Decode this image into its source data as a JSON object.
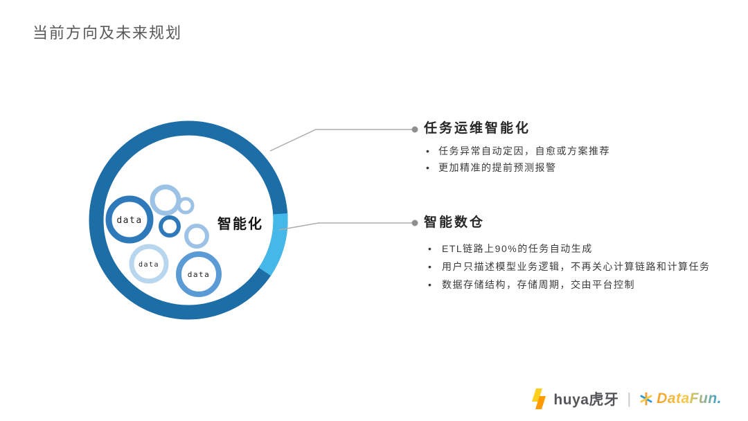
{
  "title": "当前方向及未来规划",
  "glyphs": {
    "bullet": "•"
  },
  "diagram": {
    "center_label": "智能化",
    "bubbles": {
      "large": "data",
      "lower_left": "data",
      "lower_right": "data"
    },
    "colors": {
      "ring": "#1d6da7",
      "highlight_segment": "#44b8e8",
      "bubble_dark": "#2e79b9",
      "bubble_light": "#9cc3e5",
      "bubble_lighter": "#b8d6ee",
      "bubble_medium": "#5b9bd5",
      "connector": "#ababab",
      "connector_dot": "#8f8f8f"
    }
  },
  "callouts": {
    "task_ops": {
      "title": "任务运维智能化",
      "bullets": [
        "任务异常自动定因，自愈或方案推荐",
        "更加精准的提前预测报警"
      ]
    },
    "smart_warehouse": {
      "title": "智能数仓",
      "bullets": [
        "ETL链路上90%的任务自动生成",
        "用户只描述模型业务逻辑，不再关心计算链路和计算任务",
        "数据存储结构，存储周期，交由平台控制"
      ]
    }
  },
  "footer": {
    "huya_wordmark": "huya虎牙",
    "divider": "|",
    "datafun_wordmark": "DataFun."
  }
}
